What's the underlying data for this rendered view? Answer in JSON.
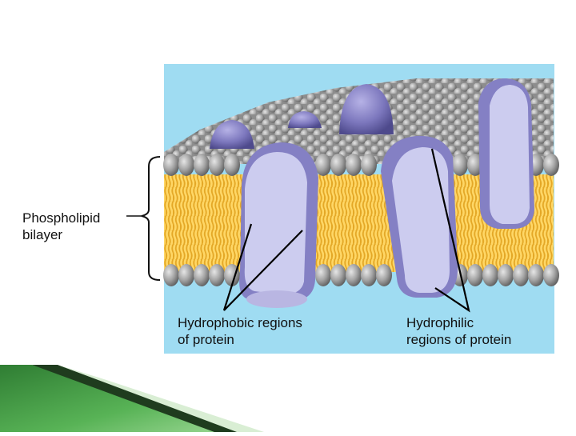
{
  "labels": {
    "bilayer": [
      "Phospholipid",
      "bilayer"
    ],
    "hydrophobic": [
      "Hydrophobic regions",
      "of protein"
    ],
    "hydrophilic": [
      "Hydrophilic",
      "regions of protein"
    ]
  },
  "colors": {
    "background": "#9fdcf2",
    "lipid_head": "#9a9a9a",
    "lipid_tail": "#f2c243",
    "protein_face": "#ccccef",
    "protein_side": "#8480c4",
    "leader_line": "#000000",
    "corner_green": "#3e9a3c"
  }
}
